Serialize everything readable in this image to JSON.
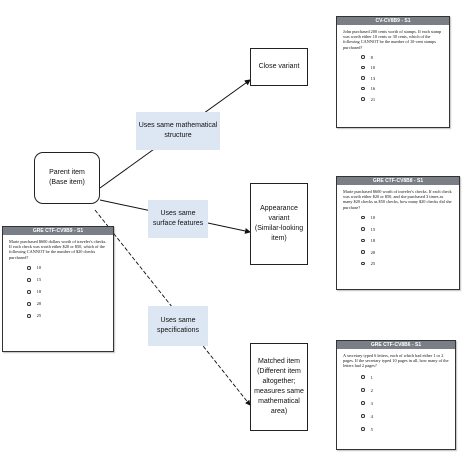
{
  "parent": {
    "label": "Parent item\n(Base item)"
  },
  "relations": [
    {
      "label": "Uses same mathematical\nstructure"
    },
    {
      "label": "Uses same\nsurface features"
    },
    {
      "label": "Uses same\nspecifications"
    }
  ],
  "variants": [
    {
      "label": "Close variant"
    },
    {
      "label": "Appearance\nvariant\n(Similar-looking\nitem)"
    },
    {
      "label": "Matched item\n(Different item\naltogether;\nmeasures same\nmathematical\narea)"
    }
  ],
  "cards": {
    "parent_card": {
      "header": "GRE CTF-CV9B9 - S1",
      "question": "Marie purchased $600 dollars worth of traveler's checks. If each check was worth either $20 or $50, which of the following CANNOT be the number of $20 checks purchased?",
      "options": [
        "10",
        "15",
        "18",
        "20",
        "25"
      ]
    },
    "close_card": {
      "header": "CV-CV8B9 - S1",
      "question": "John purchased 200 cents worth of stamps. If each stamp was worth either 10 cents or 30 cents, which of the following CANNOT be the number of 10-cent stamps purchased?",
      "options": [
        "8",
        "10",
        "13",
        "16",
        "21"
      ]
    },
    "appearance_card": {
      "header": "GRE CTF-CV8B8 - S1",
      "question": "Marie purchased $600 worth of traveler's checks. If each check was worth either $20 or $50, and she purchased 3 times as many $20 checks as $50 checks, how many $20 checks did she purchase?",
      "options": [
        "10",
        "15",
        "18",
        "20",
        "25"
      ]
    },
    "matched_card": {
      "header": "GRE CTF-CV8B6 - S1",
      "question": "A secretary typed 6 letters, each of which had either 1 or 2 pages. If the secretary typed 10 pages in all, how many of the letters had 2 pages?",
      "options": [
        "1",
        "2",
        "3",
        "4",
        "5"
      ]
    }
  }
}
